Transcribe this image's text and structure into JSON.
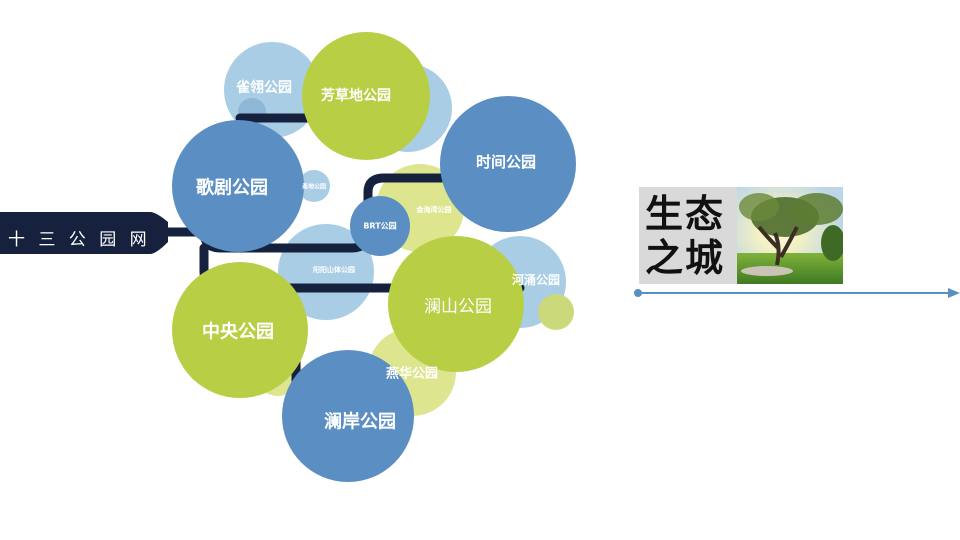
{
  "network": {
    "label": "十 三 公 园 网",
    "colors": {
      "bar": "#16213e",
      "blue": "#5b8ec2",
      "green": "#b8cf45",
      "light_blue": "#a8cde4",
      "light_green": "#dde68f"
    }
  },
  "parks": {
    "queling": "雀翎公园",
    "fangcaodi": "芳草地公园",
    "geju": "歌剧公园",
    "shijian": "时间公园",
    "jiaotongwo": "甬地公园",
    "jinmangou": "金海湾公园",
    "brt": "BRT公园",
    "yangguang": "阳阳山体公园",
    "lanshan": "澜山公园",
    "heyong": "河涌公园",
    "zhongyang": "中央公园",
    "yanhui": "燕华公园",
    "lanan": "澜岸公园"
  },
  "eco": {
    "title_line1": "生态",
    "title_line2": "之城",
    "photo_icon": "park-tree-photo"
  },
  "timeline": {
    "color": "#5b8ec2"
  }
}
